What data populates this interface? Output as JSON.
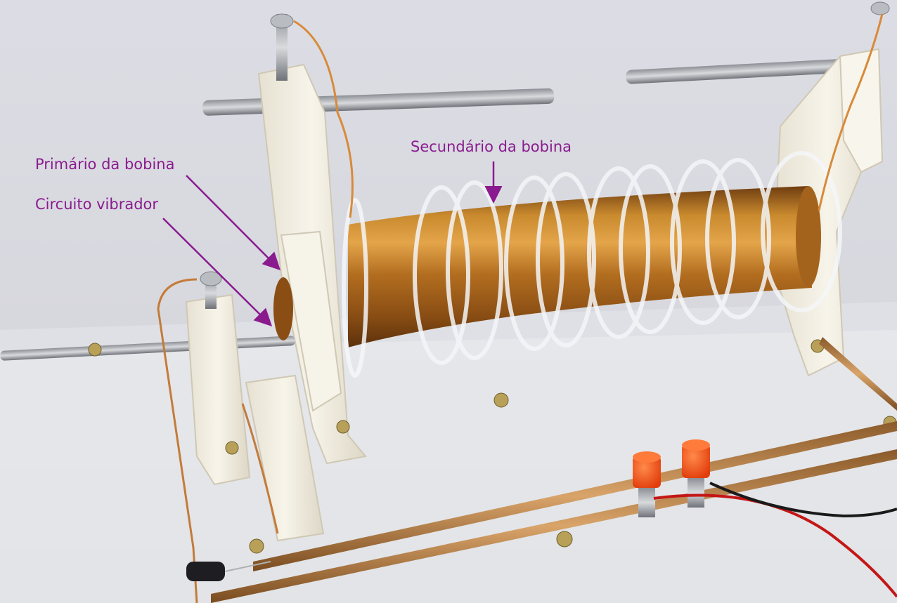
{
  "annotations": {
    "primary_label": "Primário da bobina",
    "vibrator_label": "Circuito vibrador",
    "secondary_label": "Secundário da bobina"
  },
  "colors": {
    "annotation": "#8a1b8f",
    "copper_coil": "#b8731f",
    "background": "#d9dbe2",
    "plastic_frame": "#f2eee2",
    "terminal": "#ff5a1e"
  },
  "icons": [
    "induction-coil-photo",
    "arrow-icon"
  ]
}
